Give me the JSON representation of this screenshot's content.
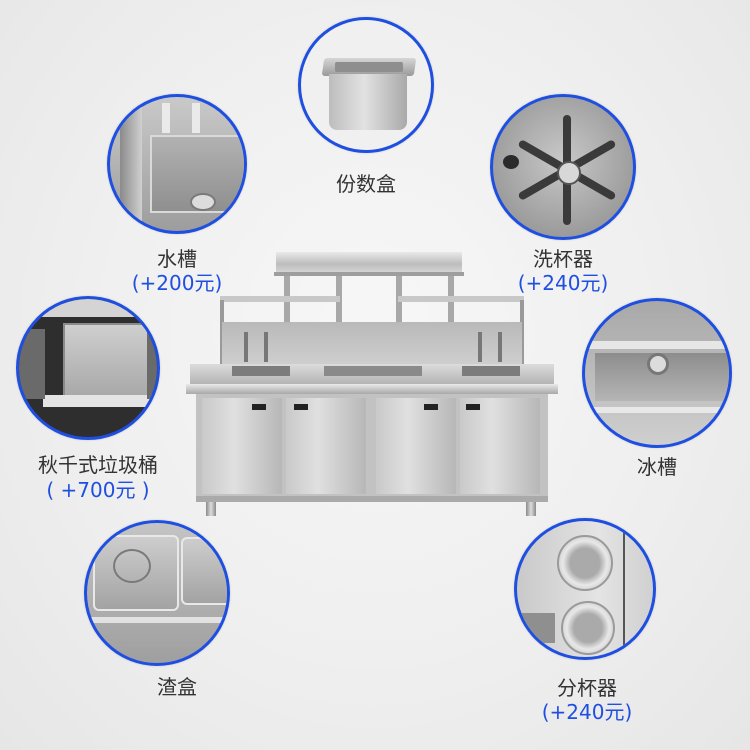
{
  "product": {
    "name": "stainless-steel-bar-counter",
    "description_alt": "Stainless steel beverage workstation with two sinks, two-tier overhead shelf and four cabinet doors"
  },
  "callouts": [
    {
      "id": "portion-box",
      "label": "份数盒",
      "price": null,
      "icon": "gastronorm-pan-image"
    },
    {
      "id": "sink",
      "label": "水槽",
      "price": "(+200元)",
      "icon": "sink-image"
    },
    {
      "id": "cup-washer",
      "label": "洗杯器",
      "price": "(+240元)",
      "icon": "cup-rinser-image"
    },
    {
      "id": "swing-trash-bin",
      "label": "秋千式垃圾桶",
      "price": "( +700元 )",
      "icon": "swing-bin-image"
    },
    {
      "id": "ice-sink",
      "label": "冰槽",
      "price": null,
      "icon": "ice-sink-image"
    },
    {
      "id": "waste-box",
      "label": "渣盒",
      "price": null,
      "icon": "waste-container-image"
    },
    {
      "id": "cup-dispenser",
      "label": "分杯器",
      "price": "(+240元)",
      "icon": "cup-dispenser-image"
    }
  ],
  "colors": {
    "accent_blue": "#1f4fe0",
    "label_text": "#333333",
    "background": "#efefef"
  }
}
